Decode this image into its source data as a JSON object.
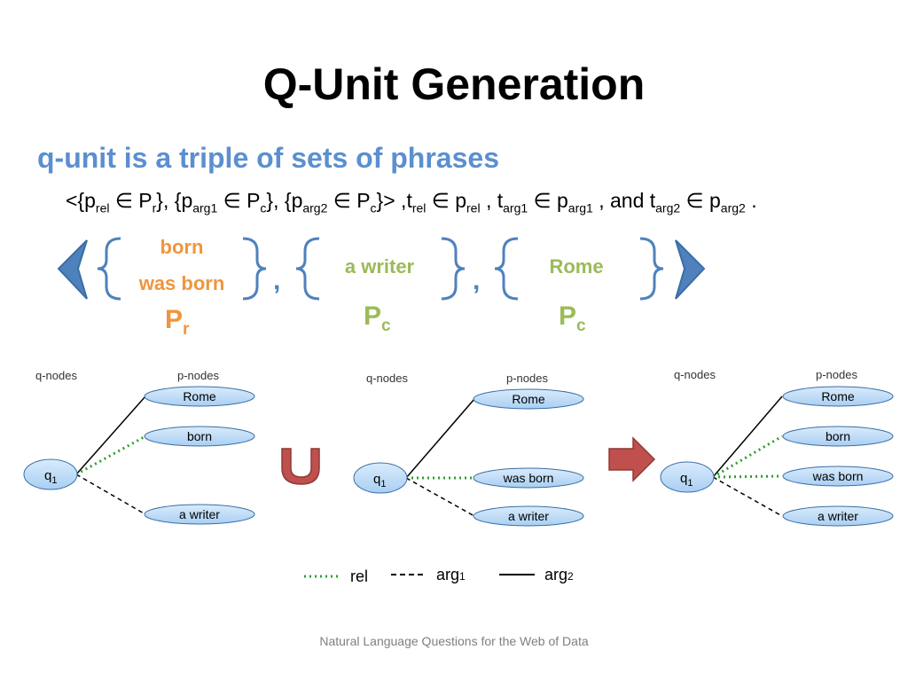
{
  "slide": {
    "title": "Q-Unit Generation",
    "subtitle": "q-unit is a triple of sets of phrases",
    "formula": {
      "p1": "<{p",
      "s1": "rel",
      "p2": " ∈ P",
      "s2": "r",
      "p3": "}, {p",
      "s3": "arg1",
      "p4": " ∈ P",
      "s4": "c",
      "p5": "}, {p",
      "s5": "arg2",
      "p6": " ∈ P",
      "s6": "c",
      "p7": "}>   ,t",
      "s7": "rel",
      "p8": " ∈ p",
      "s8": "rel",
      "p9": " , t",
      "s9": "arg1",
      "p10": " ∈ p",
      "s10": "arg1",
      "p11": " , and t",
      "s11": "arg2",
      "p12": " ∈ p",
      "s12": "arg2",
      "p13": " ."
    },
    "sets": {
      "rel": {
        "items": [
          "born",
          "was born"
        ],
        "label": "P",
        "label_sub": "r"
      },
      "arg1": {
        "items": [
          "a writer"
        ],
        "label": "P",
        "label_sub": "c"
      },
      "arg2": {
        "items": [
          "Rome"
        ],
        "label": "P",
        "label_sub": "c"
      },
      "separator": ","
    },
    "graphs": [
      {
        "qnodes_label": "q-nodes",
        "pnodes_label": "p-nodes",
        "q": "q",
        "q_sub": "1",
        "pnodes": [
          "Rome",
          "born",
          "a writer"
        ]
      },
      {
        "qnodes_label": "q-nodes",
        "pnodes_label": "p-nodes",
        "q": "q",
        "q_sub": "1",
        "pnodes": [
          "Rome",
          "was born",
          "a writer"
        ]
      },
      {
        "qnodes_label": "q-nodes",
        "pnodes_label": "p-nodes",
        "q": "q",
        "q_sub": "1",
        "pnodes": [
          "Rome",
          "born",
          "was born",
          "a writer"
        ]
      }
    ],
    "legend": {
      "rel": "rel",
      "arg1": "arg",
      "arg1_sub": "1",
      "arg2": "arg",
      "arg2_sub": "2"
    },
    "footer": "Natural Language Questions for the Web of Data",
    "colors": {
      "title": "#000000",
      "subtitle": "#5b8fd0",
      "orange": "#f0953b",
      "green": "#9bbb59",
      "bracket": "#4f81bd",
      "node_fill": "#bfdcf7",
      "node_stroke": "#3a6ea5",
      "rel_line": "#2ca02c",
      "union": "#c0504d",
      "arrow": "#c0504d",
      "footer": "#7f7f7f"
    }
  }
}
